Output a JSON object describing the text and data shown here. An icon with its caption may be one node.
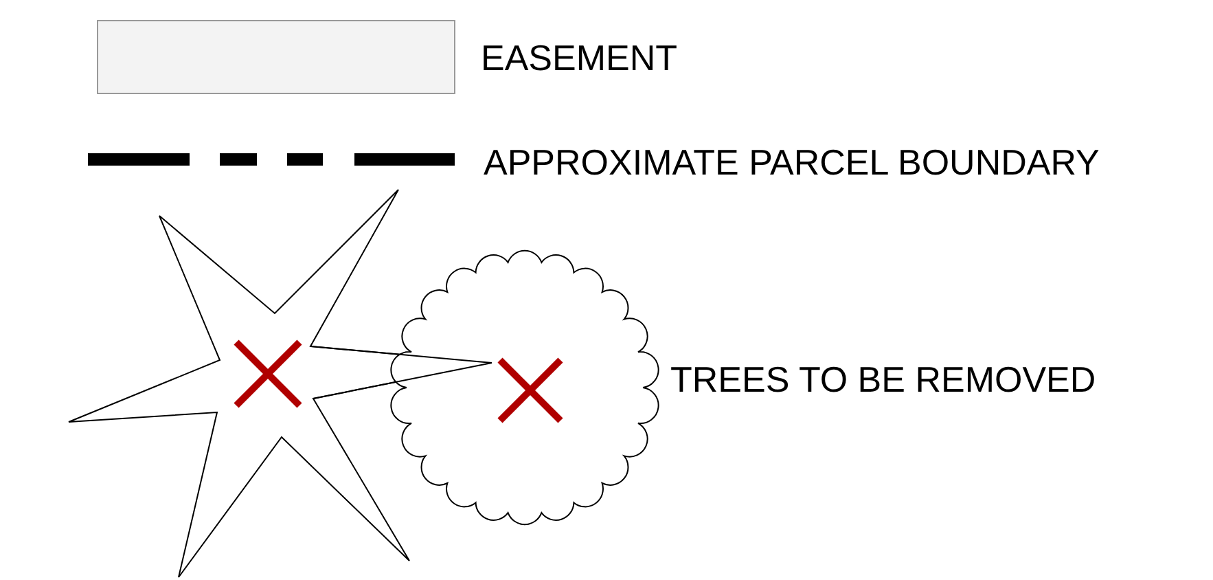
{
  "diagram": {
    "legend": [
      {
        "text": "EASEMENT",
        "color": "#f3f3f3"
      },
      {
        "text": "APPROXIMATE PARCEL BOUNDARY"
      },
      {
        "text": "TREES TO BE REMOVED"
      }
    ]
  }
}
